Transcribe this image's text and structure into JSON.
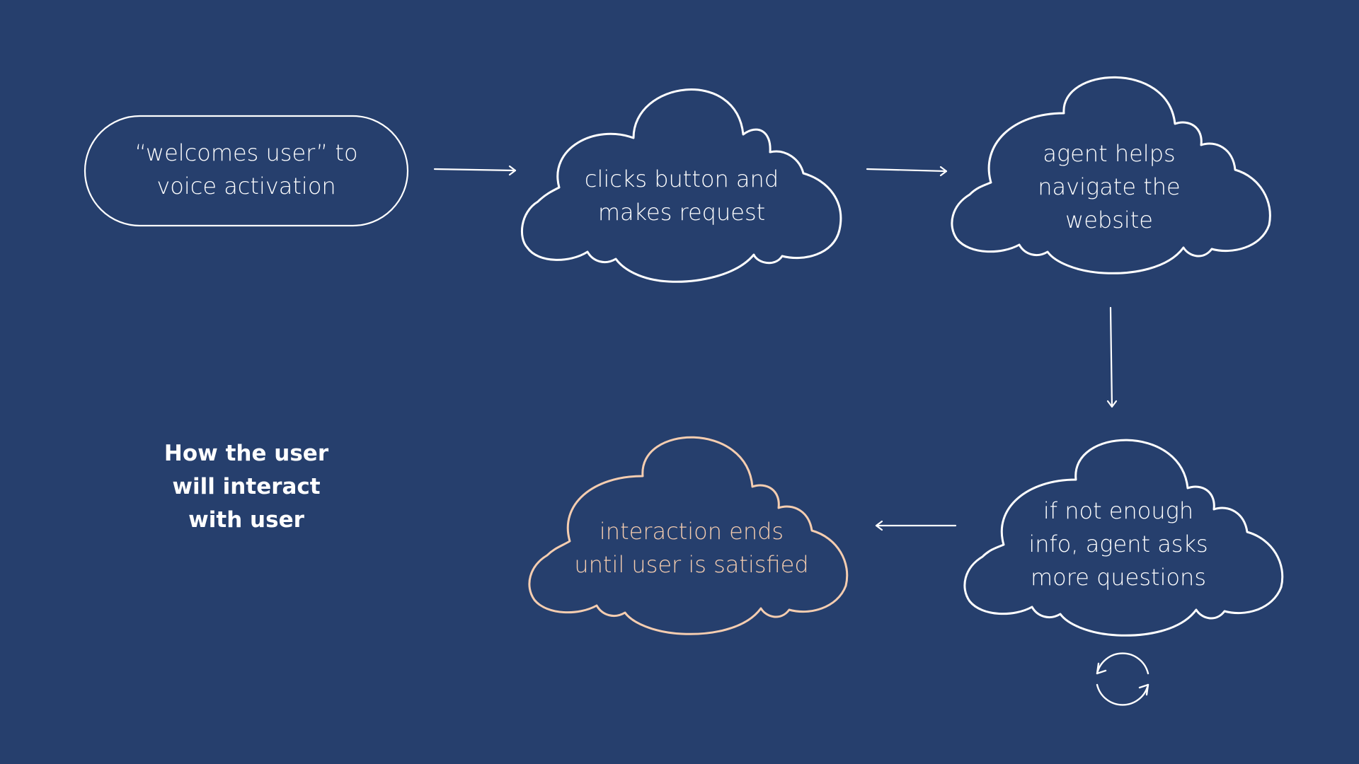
{
  "colors": {
    "background": "#263f6d",
    "stroke": "#ffffff",
    "accent_peach": "#f5cdb0"
  },
  "nodes": {
    "welcome": "“welcomes user” to\nvoice activation",
    "request": "clicks button and\nmakes request",
    "navigate": "agent helps\nnavigate the\nwebsite",
    "questions": "if not enough\ninfo, agent asks\nmore questions",
    "ends": "interaction ends\nuntil user is satisfied"
  },
  "caption": "How the user\nwill interact\nwith user",
  "icons": {
    "loop": "refresh-cycle-icon"
  }
}
